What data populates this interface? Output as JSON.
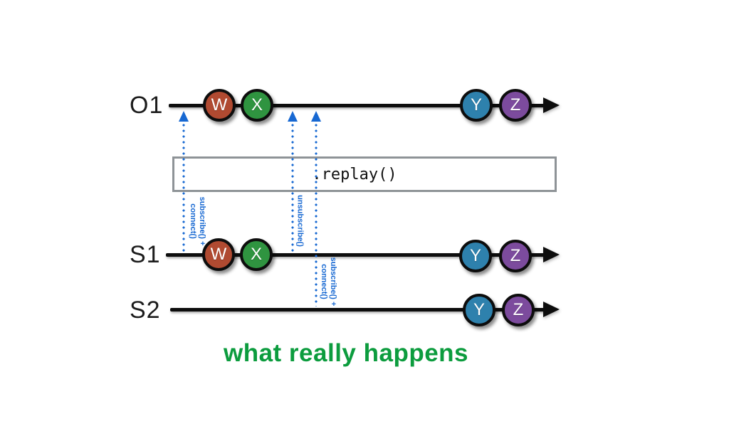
{
  "title": {
    "text": "what really happens",
    "color": "#0c9c3e"
  },
  "operator_box": {
    "label": ".replay()",
    "border_color": "#8e9397"
  },
  "annotation_color": "#1768d2",
  "line_color": "#0d0d0d",
  "timelines": [
    {
      "label": "O1",
      "marbles": [
        {
          "letter": "W",
          "color": "#b04a31"
        },
        {
          "letter": "X",
          "color": "#2f9440"
        },
        {
          "letter": "Y",
          "color": "#2e81ad"
        },
        {
          "letter": "Z",
          "color": "#7c4b9d"
        }
      ]
    },
    {
      "label": "S1",
      "marbles": [
        {
          "letter": "W",
          "color": "#b04a31"
        },
        {
          "letter": "X",
          "color": "#2f9440"
        },
        {
          "letter": "Y",
          "color": "#2e81ad"
        },
        {
          "letter": "Z",
          "color": "#7c4b9d"
        }
      ]
    },
    {
      "label": "S2",
      "marbles": [
        {
          "letter": "Y",
          "color": "#2e81ad"
        },
        {
          "letter": "Z",
          "color": "#7c4b9d"
        }
      ]
    }
  ],
  "annotations": [
    {
      "label": "subscribe() +\nconnect()"
    },
    {
      "label": "unsubscribe()"
    },
    {
      "label": "subscribe() +\nconnect()"
    }
  ]
}
